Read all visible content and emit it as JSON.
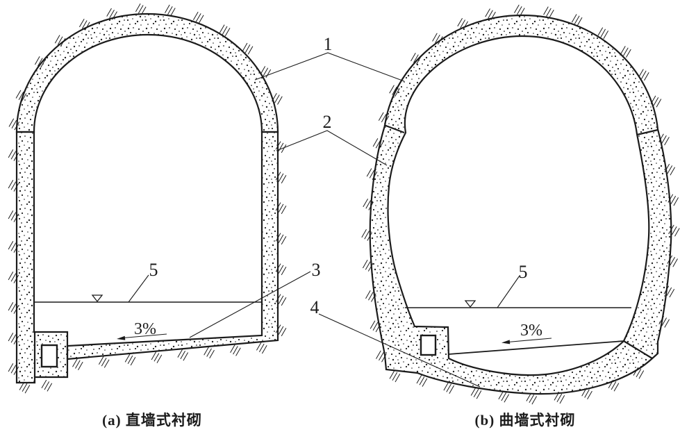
{
  "figure": {
    "panels": [
      {
        "id": "a",
        "caption": "(a) 直墙式衬砌",
        "slope_label": "3%",
        "water_level_symbol": "triangle-down-outline"
      },
      {
        "id": "b",
        "caption": "(b) 曲墙式衬砌",
        "slope_label": "3%",
        "water_level_symbol": "triangle-down-outline"
      }
    ],
    "callouts": [
      {
        "text": "1"
      },
      {
        "text": "2"
      },
      {
        "text": "3"
      },
      {
        "text": "4"
      },
      {
        "text": "5"
      },
      {
        "text": "5"
      }
    ],
    "colors": {
      "ink": "#1b1b1b",
      "paper": "#ffffff"
    }
  }
}
